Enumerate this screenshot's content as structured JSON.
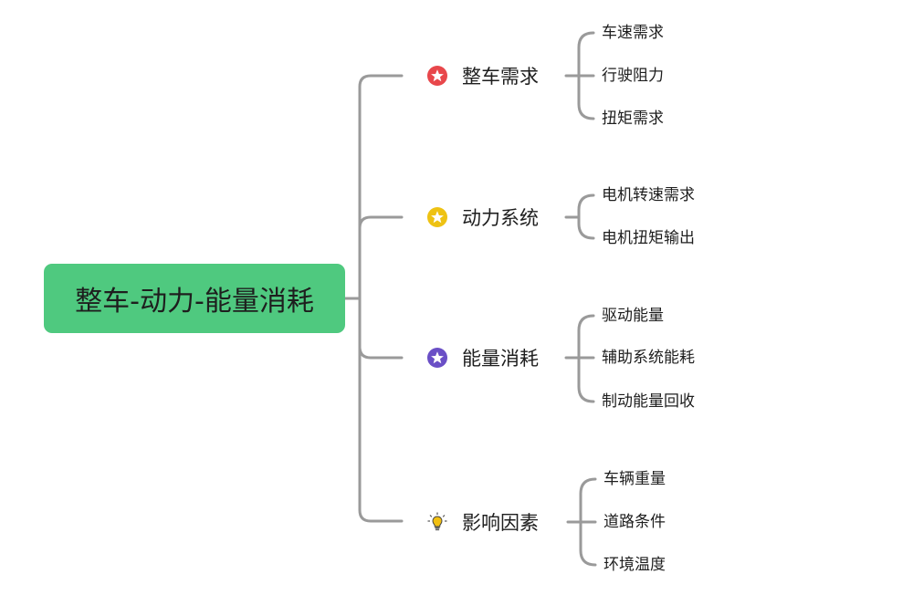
{
  "root": {
    "label": "整车-动力-能量消耗"
  },
  "branches": [
    {
      "label": "整车需求",
      "icon": "star-icon",
      "color": "#e8474b",
      "children": [
        "车速需求",
        "行驶阻力",
        "扭矩需求"
      ]
    },
    {
      "label": "动力系统",
      "icon": "star-icon",
      "color": "#eec213",
      "children": [
        "电机转速需求",
        "电机扭矩输出"
      ]
    },
    {
      "label": "能量消耗",
      "icon": "star-icon",
      "color": "#6a4fc6",
      "children": [
        "驱动能量",
        "辅助系统能耗",
        "制动能量回收"
      ]
    },
    {
      "label": "影响因素",
      "icon": "lightbulb-icon",
      "color": "#f2c012",
      "children": [
        "车辆重量",
        "道路条件",
        "环境温度"
      ]
    }
  ],
  "colors": {
    "connector": "#9a9a9a",
    "root_fill": "#4fc97f"
  }
}
